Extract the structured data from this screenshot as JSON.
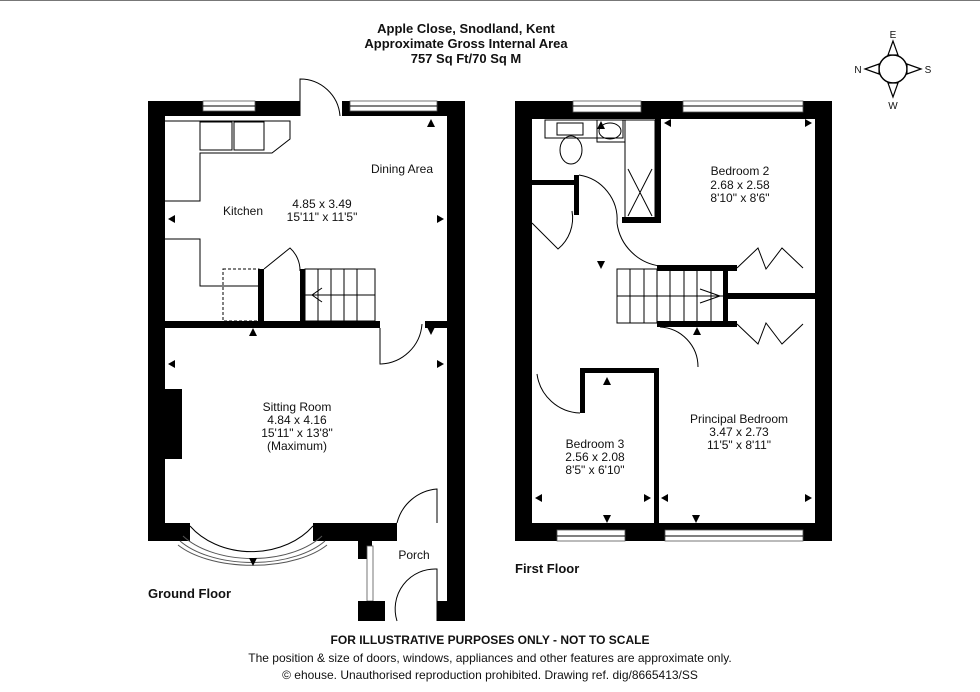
{
  "header": {
    "address": "Apple Close, Snodland, Kent",
    "area_label": "Approximate Gross Internal Area",
    "area_value": "757 Sq Ft/70 Sq M"
  },
  "compass": {
    "top": "E",
    "left": "N",
    "right": "S",
    "bottom": "W"
  },
  "ground_floor": {
    "label": "Ground Floor",
    "kitchen": {
      "name": "Kitchen",
      "dining": "Dining Area",
      "metric": "4.85 x 3.49",
      "imperial": "15'11\" x 11'5\""
    },
    "sitting_room": {
      "name": "Sitting Room",
      "metric": "4.84 x 4.16",
      "imperial": "15'11\" x 13'8\"",
      "note": "(Maximum)"
    },
    "porch": {
      "name": "Porch"
    }
  },
  "first_floor": {
    "label": "First Floor",
    "bedroom2": {
      "name": "Bedroom 2",
      "metric": "2.68 x 2.58",
      "imperial": "8'10\" x 8'6\""
    },
    "bedroom3": {
      "name": "Bedroom 3",
      "metric": "2.56 x 2.08",
      "imperial": "8'5\" x 6'10\""
    },
    "principal": {
      "name": "Principal Bedroom",
      "metric": "3.47 x 2.73",
      "imperial": "11'5\" x 8'11\""
    }
  },
  "footer": {
    "disclaimer": "FOR ILLUSTRATIVE PURPOSES ONLY - NOT TO SCALE",
    "note": "The position & size of doors, windows, appliances and other features are approximate only.",
    "copyright": "© ehouse. Unauthorised reproduction prohibited. Drawing ref. dig/8665413/SS"
  }
}
